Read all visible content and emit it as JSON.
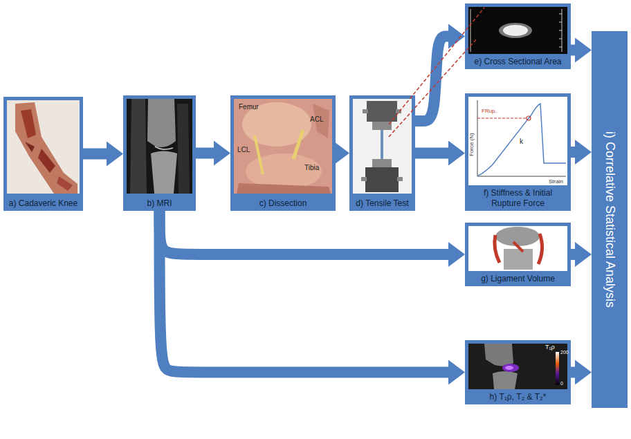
{
  "diagram": {
    "nodes": [
      {
        "text": [
          "a) Cadaveric Knee"
        ]
      },
      {
        "text": [
          "b) MRI"
        ]
      },
      {
        "text": [
          "c) Dissection"
        ]
      },
      {
        "text": [
          "d) Tensile Test"
        ]
      },
      {
        "text": [
          "e) Cross Sectional Area"
        ]
      },
      {
        "text": [
          "f) Stiffness & Initial Rupture Force"
        ]
      },
      {
        "text": [
          "g) Ligament Volume"
        ]
      },
      {
        "text": [
          "h) T₁ρ, T₂ & T₂*"
        ]
      },
      {
        "text": [
          "i) Correlative Statistical Analysis"
        ]
      }
    ],
    "edges": [
      {
        "from": 0,
        "to": 1,
        "arrow": "to"
      },
      {
        "from": 1,
        "to": 2,
        "arrow": "to"
      },
      {
        "from": 2,
        "to": 3,
        "arrow": "to"
      },
      {
        "from": 3,
        "to": 4,
        "arrow": "to"
      },
      {
        "from": 3,
        "to": 5,
        "arrow": "to"
      },
      {
        "from": 1,
        "to": 6,
        "arrow": "to"
      },
      {
        "from": 1,
        "to": 7,
        "arrow": "to"
      },
      {
        "from": 4,
        "to": 8,
        "arrow": "to"
      },
      {
        "from": 5,
        "to": 8,
        "arrow": "to"
      },
      {
        "from": 6,
        "to": 8,
        "arrow": "to"
      },
      {
        "from": 7,
        "to": 8,
        "arrow": "to"
      }
    ],
    "labels": [
      "Femur",
      "ACL",
      "LCL",
      "Tibia",
      "FRup.",
      "k",
      "Force (N)",
      "Strain",
      "T₁ρ",
      "200",
      "0"
    ]
  }
}
